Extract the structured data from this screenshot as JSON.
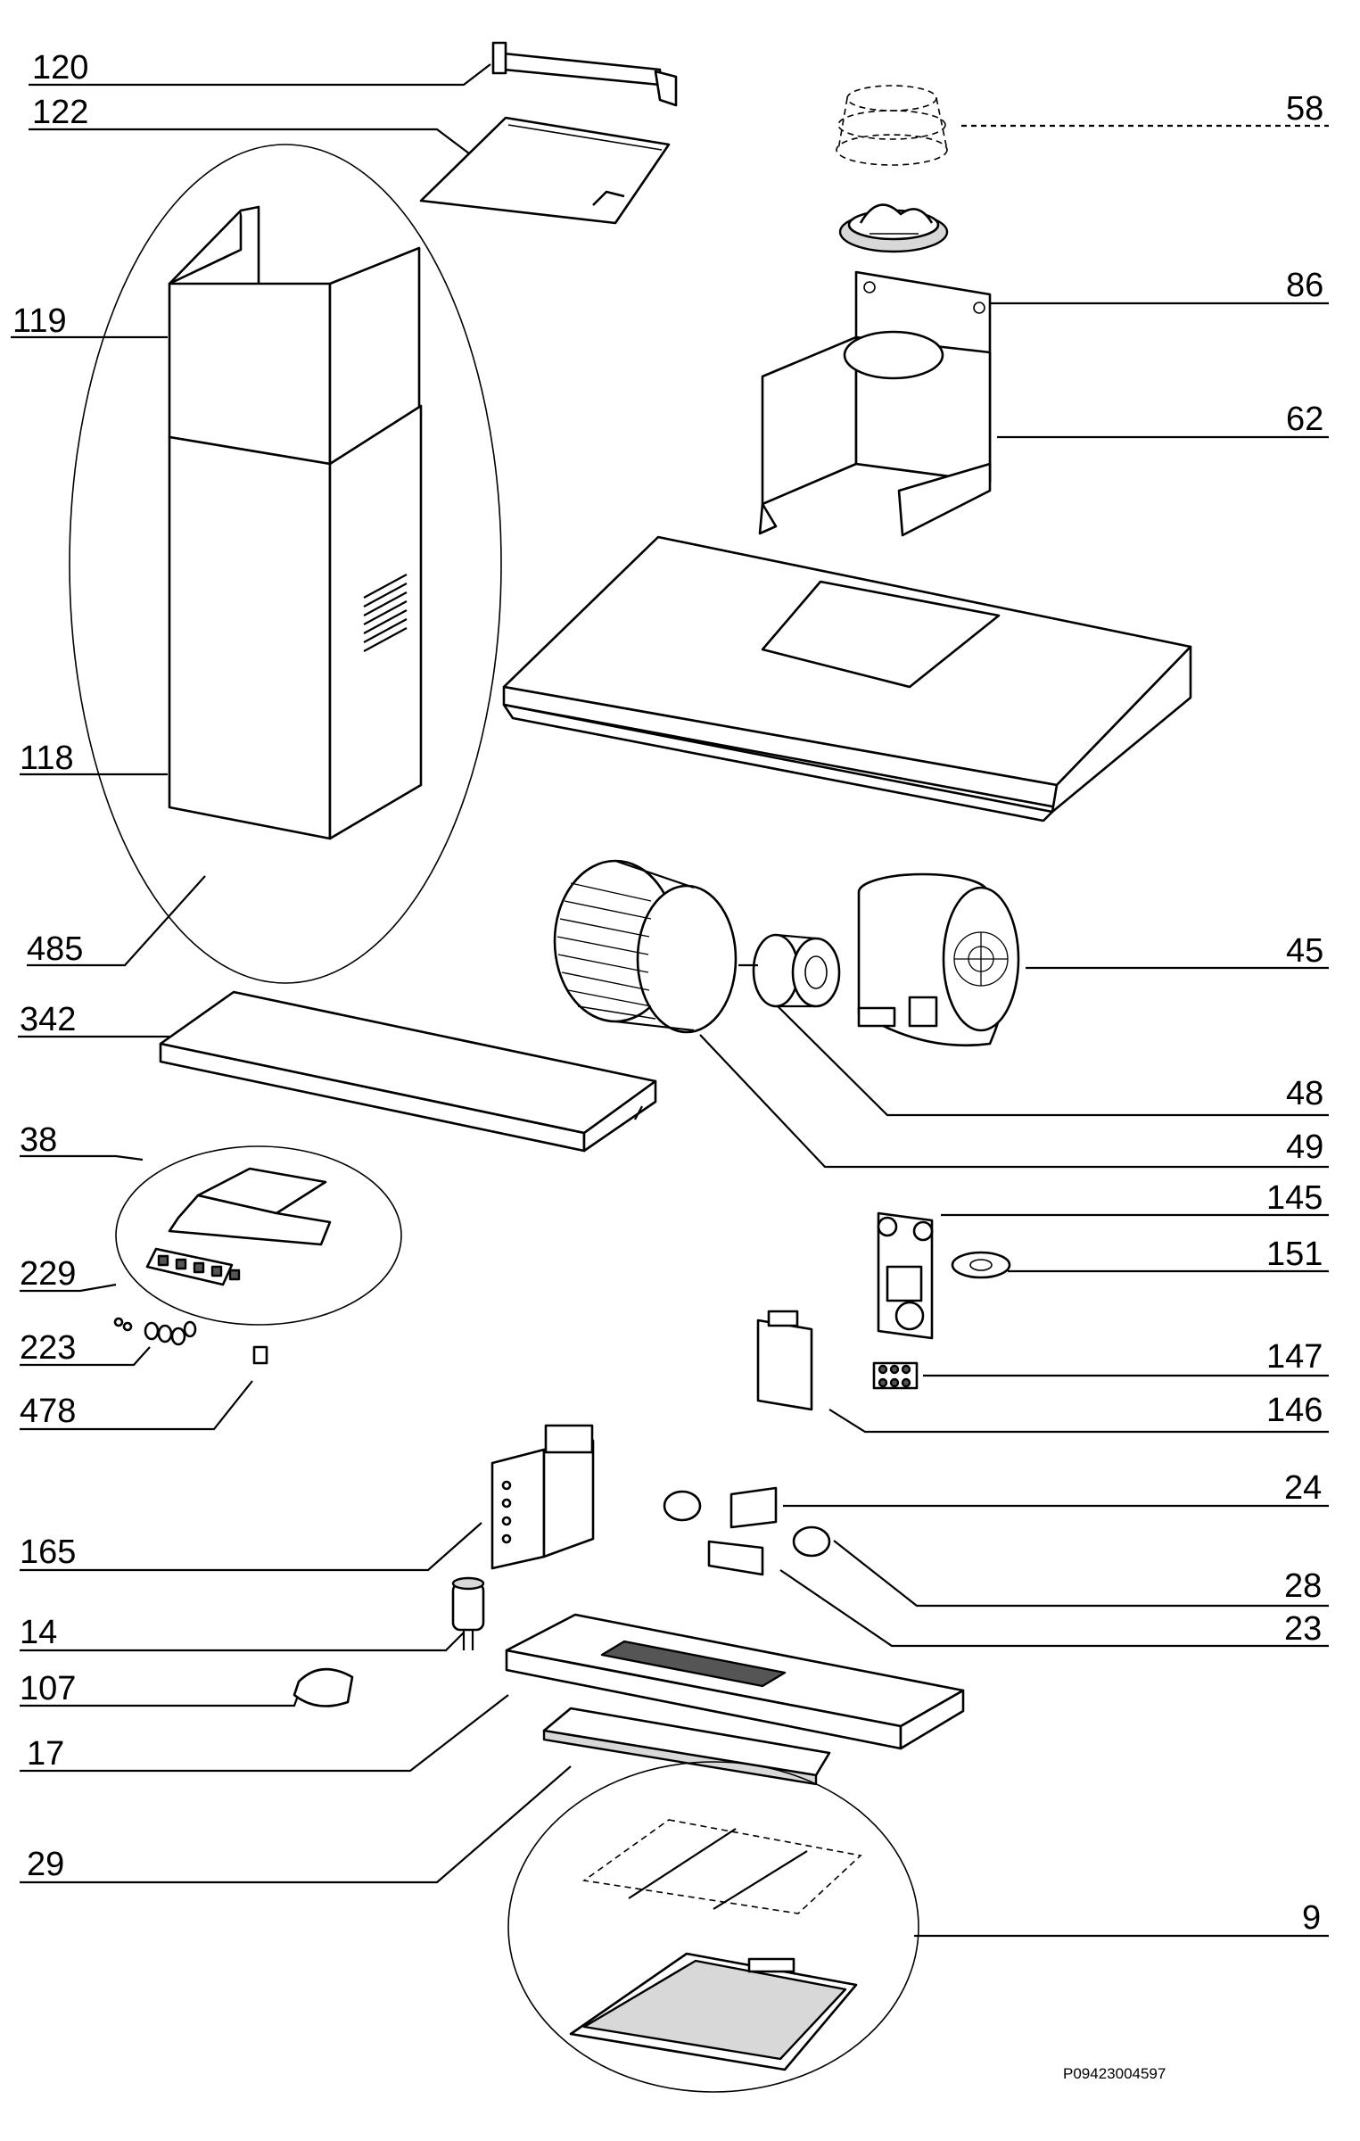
{
  "document_code": "P09423004597",
  "part_labels": [
    {
      "id": "p120",
      "text": "120"
    },
    {
      "id": "p122",
      "text": "122"
    },
    {
      "id": "p119",
      "text": "119"
    },
    {
      "id": "p118",
      "text": "118"
    },
    {
      "id": "p485",
      "text": "485"
    },
    {
      "id": "p342",
      "text": "342"
    },
    {
      "id": "p38",
      "text": "38"
    },
    {
      "id": "p229",
      "text": "229"
    },
    {
      "id": "p223",
      "text": "223"
    },
    {
      "id": "p478",
      "text": "478"
    },
    {
      "id": "p165",
      "text": "165"
    },
    {
      "id": "p14",
      "text": "14"
    },
    {
      "id": "p107",
      "text": "107"
    },
    {
      "id": "p17",
      "text": "17"
    },
    {
      "id": "p29",
      "text": "29"
    },
    {
      "id": "p58",
      "text": "58"
    },
    {
      "id": "p86",
      "text": "86"
    },
    {
      "id": "p62",
      "text": "62"
    },
    {
      "id": "p45",
      "text": "45"
    },
    {
      "id": "p48",
      "text": "48"
    },
    {
      "id": "p49",
      "text": "49"
    },
    {
      "id": "p145",
      "text": "145"
    },
    {
      "id": "p151",
      "text": "151"
    },
    {
      "id": "p147",
      "text": "147"
    },
    {
      "id": "p146",
      "text": "146"
    },
    {
      "id": "p24",
      "text": "24"
    },
    {
      "id": "p28",
      "text": "28"
    },
    {
      "id": "p23",
      "text": "23"
    },
    {
      "id": "p9",
      "text": "9"
    }
  ]
}
